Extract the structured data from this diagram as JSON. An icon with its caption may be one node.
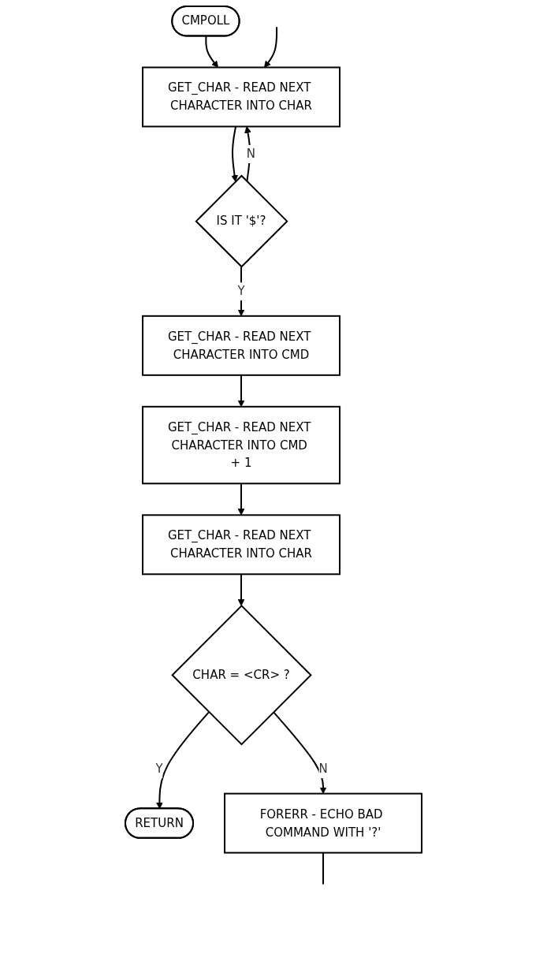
{
  "diagram": {
    "nodes": [
      {
        "text": [
          "CMPOLL"
        ]
      },
      {
        "text": [
          "GET_CHAR - READ NEXT CHARACTER INTO CHAR"
        ]
      },
      {
        "text": [
          "IS IT '$'?"
        ]
      },
      {
        "text": [
          "GET_CHAR - READ NEXT CHARACTER INTO CMD"
        ]
      },
      {
        "text": [
          "GET_CHAR - READ NEXT CHARACTER INTO CMD + 1"
        ]
      },
      {
        "text": [
          "GET_CHAR - READ NEXT CHARACTER INTO CHAR"
        ]
      },
      {
        "text": [
          "CHAR = <CR> ?"
        ]
      },
      {
        "text": [
          "RETURN"
        ]
      },
      {
        "text": [
          "FORERR - ECHO BAD COMMAND WITH '?'"
        ]
      }
    ],
    "edges": [
      {
        "from": 0,
        "to": 1,
        "arrow": "to"
      },
      {
        "from": null,
        "to": 1,
        "arrow": "to"
      },
      {
        "from": 2,
        "to": 1,
        "label": "N",
        "arrow": "to"
      },
      {
        "from": 1,
        "to": 2,
        "arrow": "to"
      },
      {
        "from": 2,
        "to": 3,
        "label": "Y",
        "arrow": "to"
      },
      {
        "from": 3,
        "to": 4,
        "arrow": "to"
      },
      {
        "from": 4,
        "to": 5,
        "arrow": "to"
      },
      {
        "from": 5,
        "to": 6,
        "arrow": "to"
      },
      {
        "from": 6,
        "to": 7,
        "label": "Y",
        "arrow": "to"
      },
      {
        "from": 6,
        "to": 8,
        "label": "N",
        "arrow": "to"
      },
      {
        "from": 8,
        "to": null,
        "arrow": "none"
      }
    ]
  }
}
